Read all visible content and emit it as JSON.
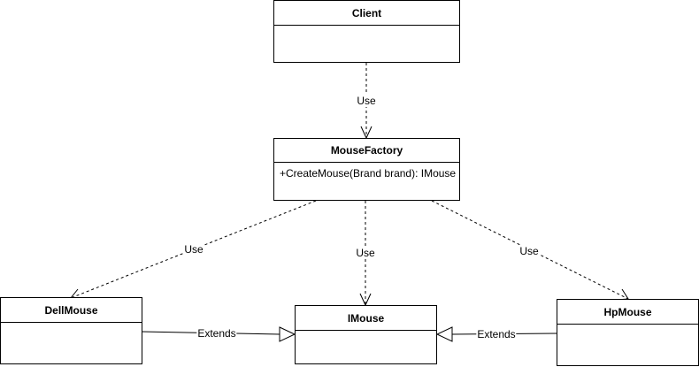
{
  "classes": {
    "client": {
      "name": "Client",
      "members": []
    },
    "mouse_factory": {
      "name": "MouseFactory",
      "members": [
        "+CreateMouse(Brand brand): IMouse"
      ]
    },
    "dell_mouse": {
      "name": "DellMouse",
      "members": []
    },
    "imouse": {
      "name": "IMouse",
      "members": []
    },
    "hp_mouse": {
      "name": "HpMouse",
      "members": []
    }
  },
  "relations": {
    "client_to_factory": "Use",
    "factory_to_dell": "Use",
    "factory_to_imouse": "Use",
    "factory_to_hp": "Use",
    "dell_to_imouse": "Extends",
    "hp_to_imouse": "Extends"
  },
  "colors": {
    "line": "#000000",
    "background": "#ffffff"
  }
}
